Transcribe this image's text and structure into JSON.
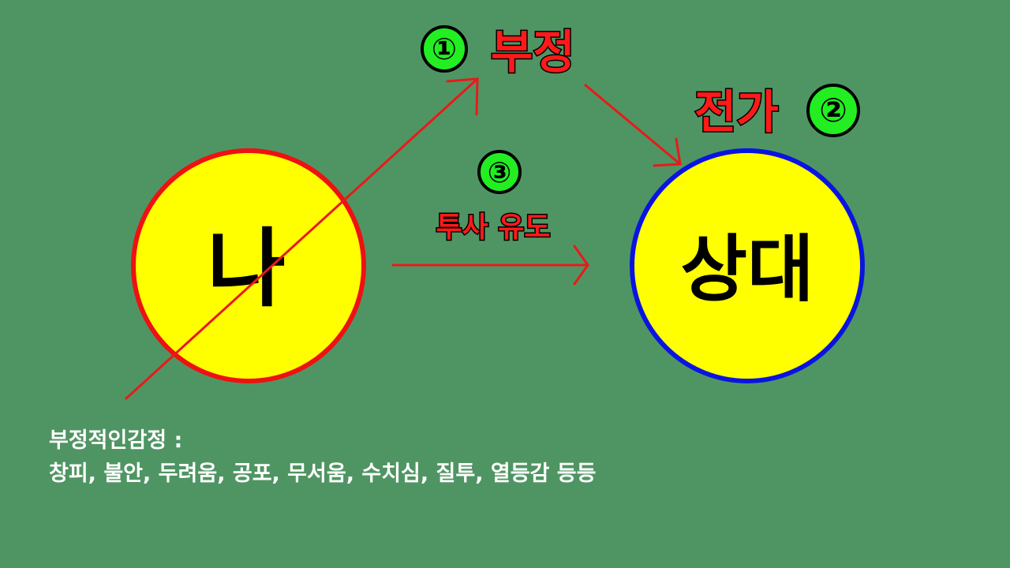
{
  "diagram": {
    "nodes": {
      "self": {
        "label": "나",
        "fill": "#ffff00",
        "stroke": "#ee1111"
      },
      "other": {
        "label": "상대",
        "fill": "#ffff00",
        "stroke": "#0a14e0"
      }
    },
    "steps": [
      {
        "number": "①",
        "label": "부정"
      },
      {
        "number": "②",
        "label": "전가"
      },
      {
        "number": "③",
        "label": "투사 유도"
      }
    ],
    "colors": {
      "background": "#4f9563",
      "arrow": "#e81a1a",
      "badge_fill": "#22ee22",
      "label_red": "#ff1a1a",
      "caption_text": "#ffffff"
    }
  },
  "caption": {
    "title": "부정적인감정 :",
    "items": "창피, 불안, 두려움, 공포, 무서움, 수치심, 질투, 열등감 등등"
  }
}
